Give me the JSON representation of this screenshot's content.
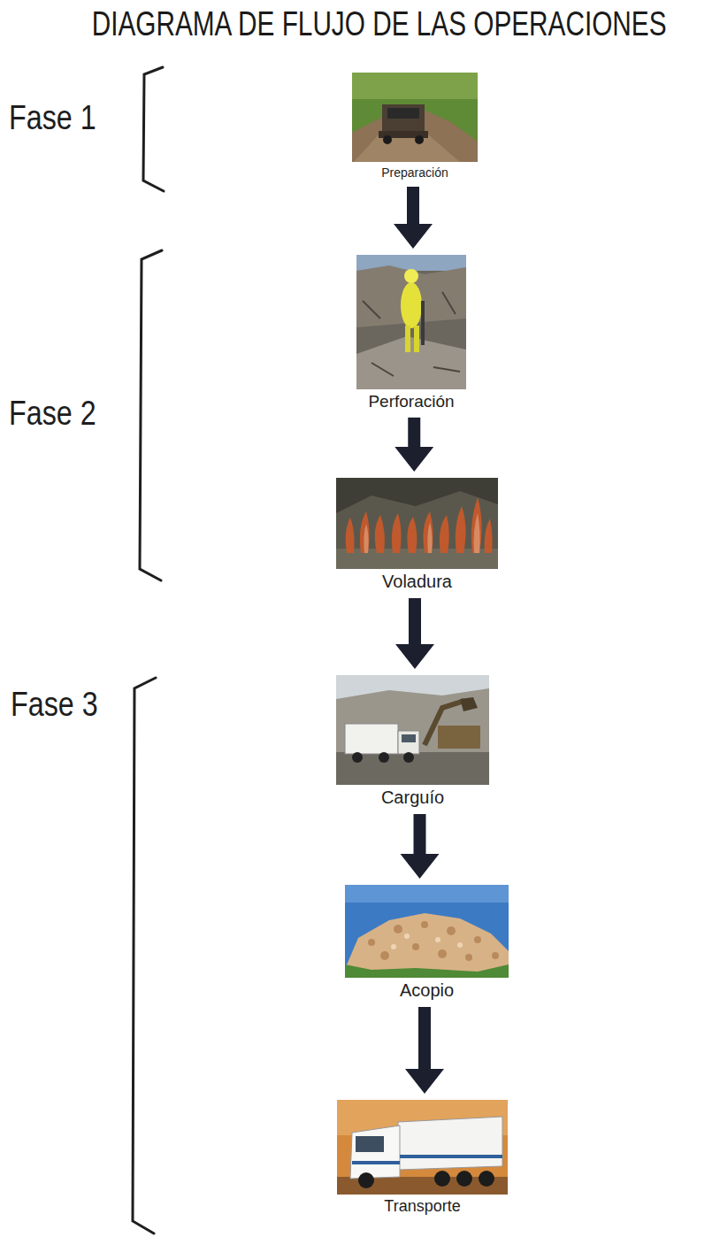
{
  "diagram": {
    "title": "DIAGRAMA DE FLUJO DE LAS OPERACIONES",
    "nodes": [
      {
        "text": [
          "Preparación"
        ]
      },
      {
        "text": [
          "Perforación"
        ]
      },
      {
        "text": [
          "Voladura"
        ]
      },
      {
        "text": [
          "Carguío"
        ]
      },
      {
        "text": [
          "Acopio"
        ]
      },
      {
        "text": [
          "Transporte"
        ]
      }
    ],
    "edges": [
      {
        "from": 0,
        "to": 1,
        "arrow": "to"
      },
      {
        "from": 1,
        "to": 2,
        "arrow": "to"
      },
      {
        "from": 2,
        "to": 3,
        "arrow": "to"
      },
      {
        "from": 3,
        "to": 4,
        "arrow": "to"
      },
      {
        "from": 4,
        "to": 5,
        "arrow": "to"
      }
    ],
    "labels": [
      "Fase 1",
      "Fase 2",
      "Fase 3"
    ]
  }
}
